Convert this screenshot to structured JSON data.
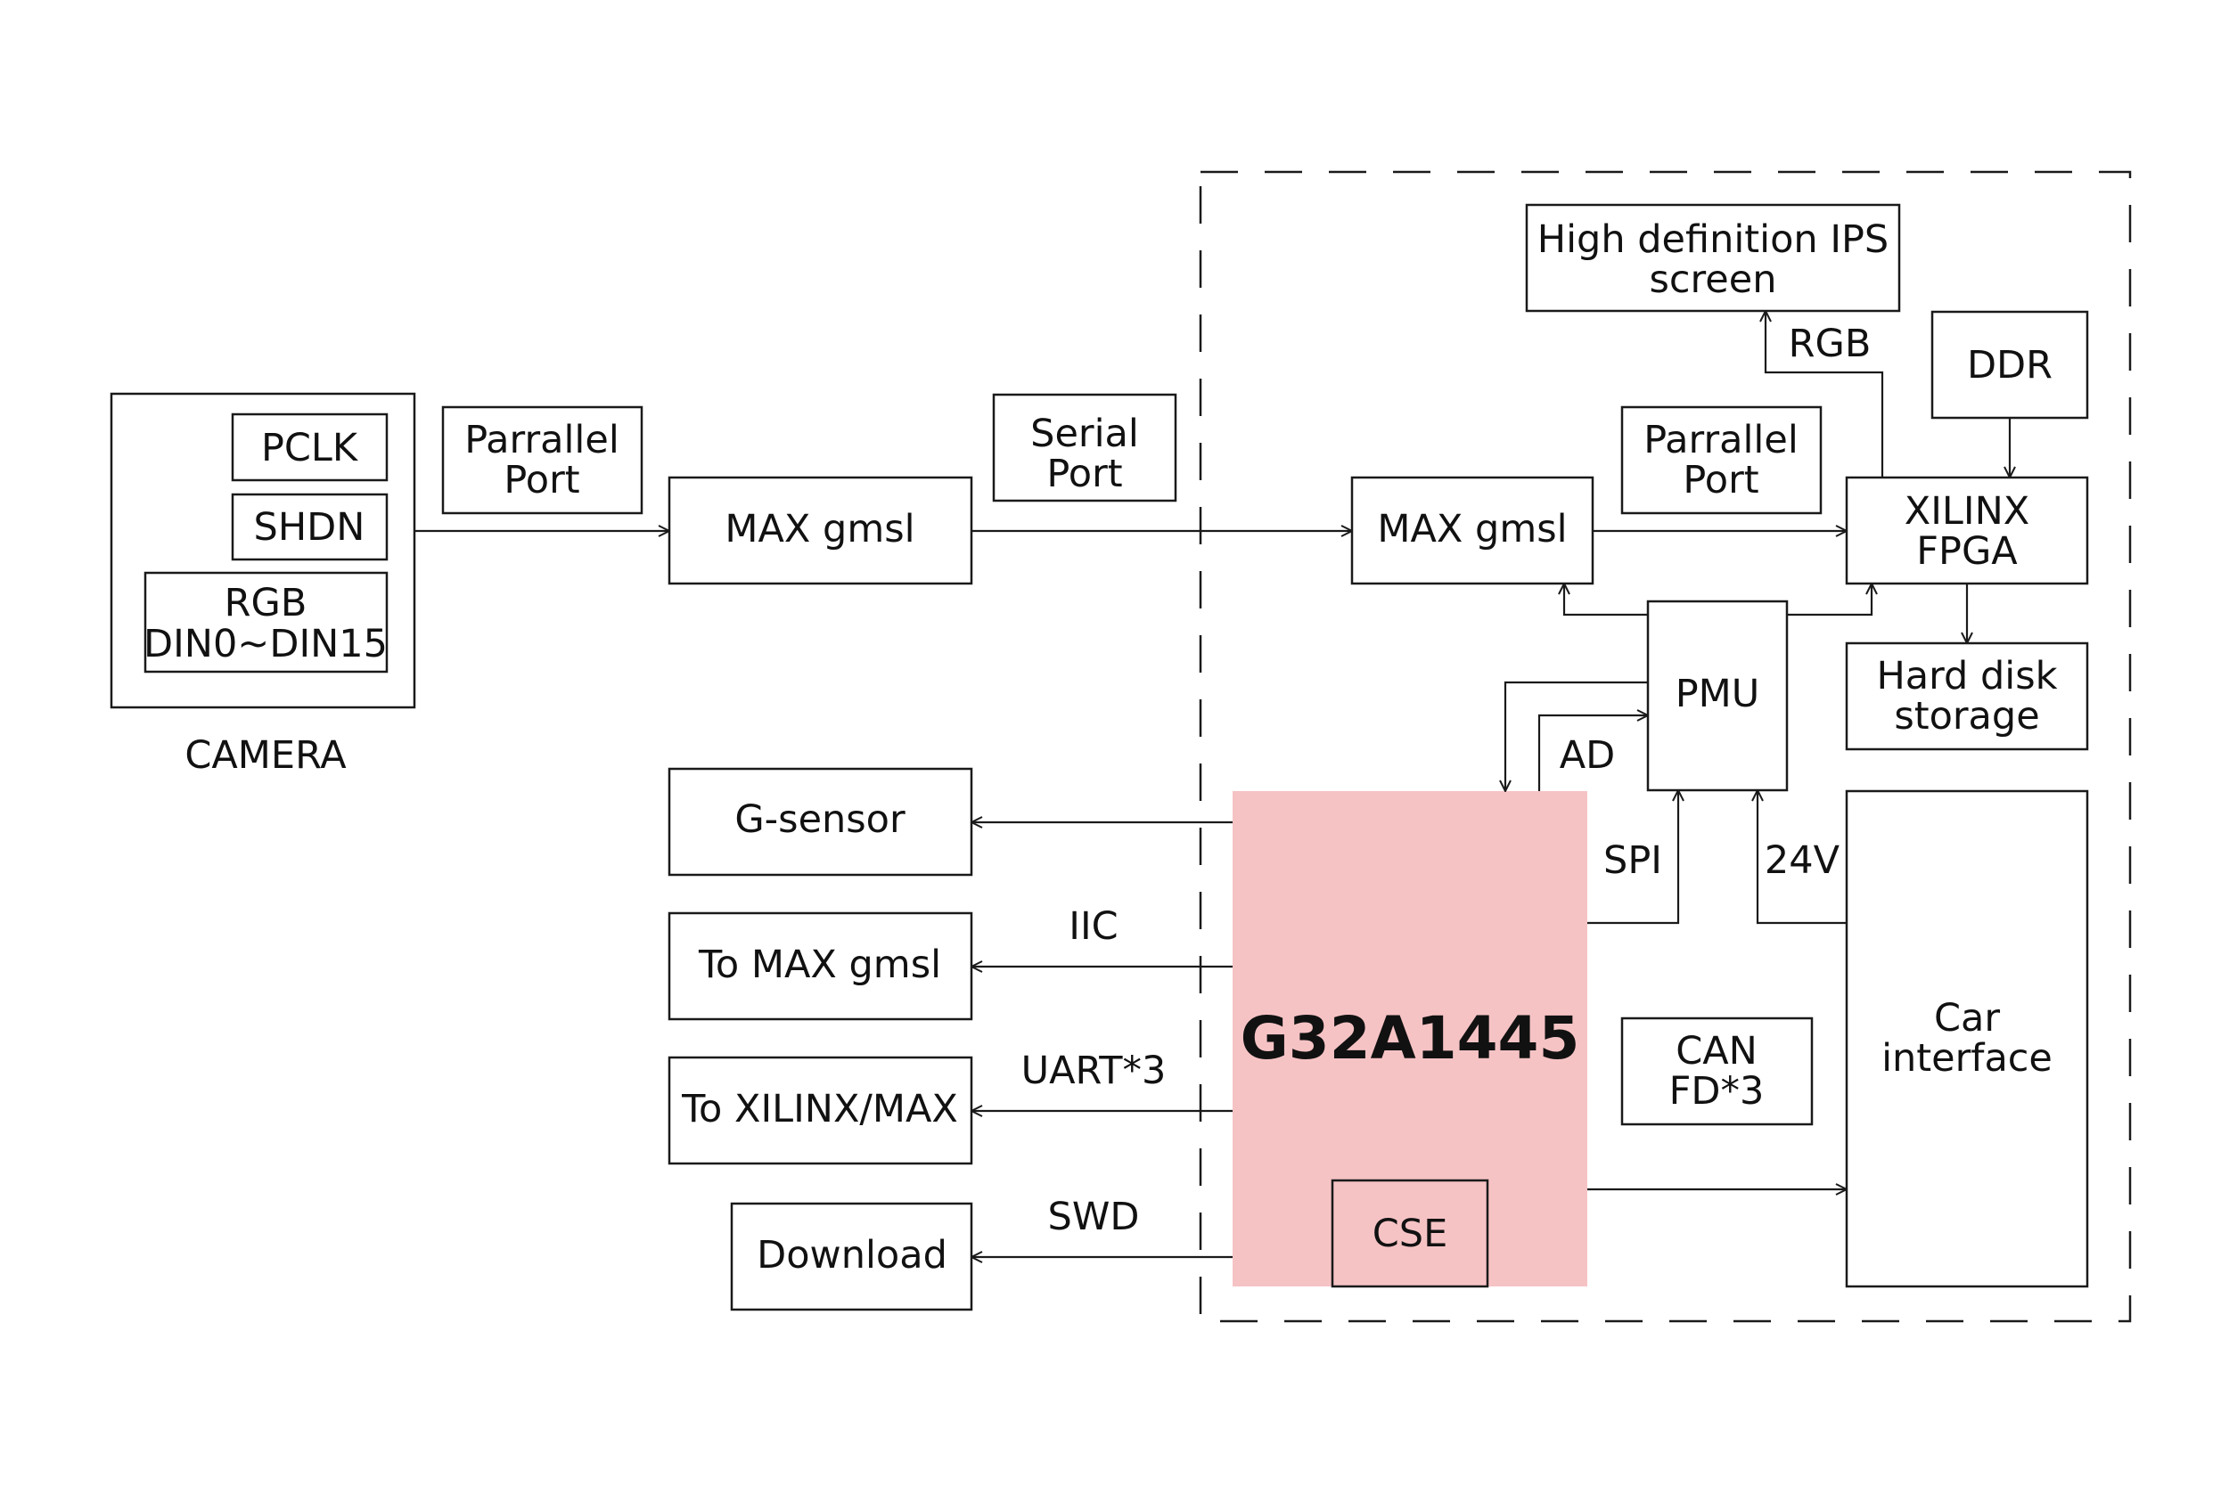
{
  "camera": {
    "pclk": "PCLK",
    "shdn": "SHDN",
    "rgb_line1": "RGB",
    "rgb_line2": "DIN0~DIN15",
    "caption": "CAMERA"
  },
  "left_chain": {
    "parallel_port_line1": "Parrallel",
    "parallel_port_line2": "Port",
    "max_gmsl": "MAX gmsl",
    "serial_port_line1": "Serial",
    "serial_port_line2": "Port"
  },
  "outputs": {
    "g_sensor": "G-sensor",
    "to_max_gmsl": "To MAX gmsl",
    "to_xilinx_max": "To XILINX/MAX",
    "download": "Download"
  },
  "buses": {
    "iic": "IIC",
    "uart": "UART*3",
    "swd": "SWD",
    "rgb": "RGB",
    "ad": "AD",
    "spi": "SPI",
    "v24": "24V"
  },
  "board": {
    "ips_line1": "High definition IPS",
    "ips_line2": "screen",
    "ddr": "DDR",
    "parallel_port_line1": "Parrallel",
    "parallel_port_line2": "Port",
    "max_gmsl": "MAX gmsl",
    "fpga_line1": "XILINX",
    "fpga_line2": "FPGA",
    "pmu": "PMU",
    "storage_line1": "Hard disk",
    "storage_line2": "storage",
    "mcu": "G32A1445",
    "cse": "CSE",
    "can_line1": "CAN",
    "can_line2": "FD*3",
    "car_line1": "Car",
    "car_line2": "interface"
  },
  "colors": {
    "mcu_fill": "#f6c3c5",
    "stroke": "#1a1a1a",
    "background": "#ffffff"
  }
}
